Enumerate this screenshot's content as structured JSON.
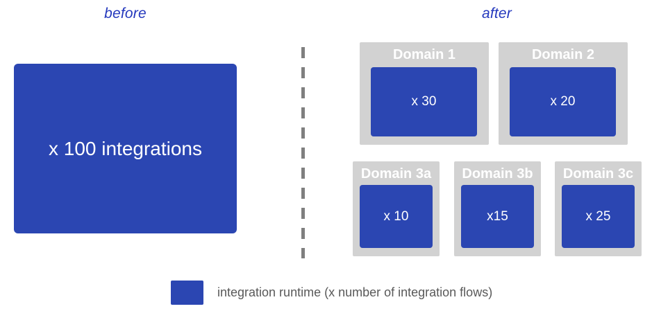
{
  "labels": {
    "before": "before",
    "after": "after"
  },
  "before_section": {
    "box_label": "x 100 integrations"
  },
  "after_section": {
    "domains": [
      {
        "title": "Domain 1",
        "runtime_label": "x 30"
      },
      {
        "title": "Domain 2",
        "runtime_label": "x 20"
      },
      {
        "title": "Domain 3a",
        "runtime_label": "x 10"
      },
      {
        "title": "Domain 3b",
        "runtime_label": "x15"
      },
      {
        "title": "Domain 3c",
        "runtime_label": "x 25"
      }
    ]
  },
  "legend": {
    "label": "integration runtime (x number of integration flows)"
  },
  "colors": {
    "runtime_blue": "#2b46b2",
    "domain_gray": "#d2d2d2",
    "phase_label_blue": "#2438bd",
    "divider_gray": "#7f7f7f",
    "legend_text_gray": "#595959"
  }
}
